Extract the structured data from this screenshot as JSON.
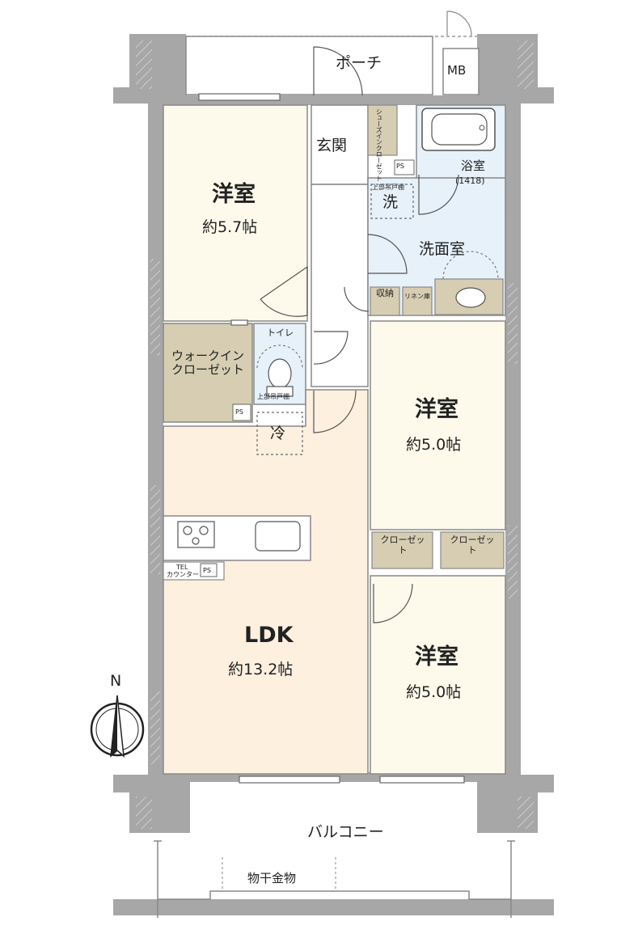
{
  "rooms": {
    "bedroom_nw": {
      "name": "洋室",
      "area": "約5.7帖"
    },
    "bedroom_e": {
      "name": "洋室",
      "area": "約5.0帖"
    },
    "bedroom_se": {
      "name": "洋室",
      "area": "約5.0帖"
    },
    "ldk": {
      "name": "LDK",
      "area": "約13.2帖"
    }
  },
  "labels": {
    "porch": "ポーチ",
    "mb": "MB",
    "entrance": "玄関",
    "shoes_closet": "シューズインクローゼット",
    "ps": "PS",
    "bathroom": "浴室",
    "bath_size": "(1418)",
    "washer": "洗",
    "upper_shelf": "上部吊戸棚",
    "washroom": "洗面室",
    "storage": "収納",
    "linen": "リネン庫",
    "toilet": "トイレ",
    "wic": "ウォークインクローゼット",
    "fridge": "冷",
    "closet": "クローゼット",
    "tel_counter_1": "TEL",
    "tel_counter_2": "カウンター",
    "balcony": "バルコニー",
    "laundry_pole": "物干金物",
    "north": "N"
  },
  "colors": {
    "wall": "#a7a7a7",
    "bedroom": "#fdfaec",
    "ldk": "#fdf0df",
    "wet": "#e6f1fa",
    "closet": "#d6cdb2",
    "corridor": "#ffffff"
  }
}
